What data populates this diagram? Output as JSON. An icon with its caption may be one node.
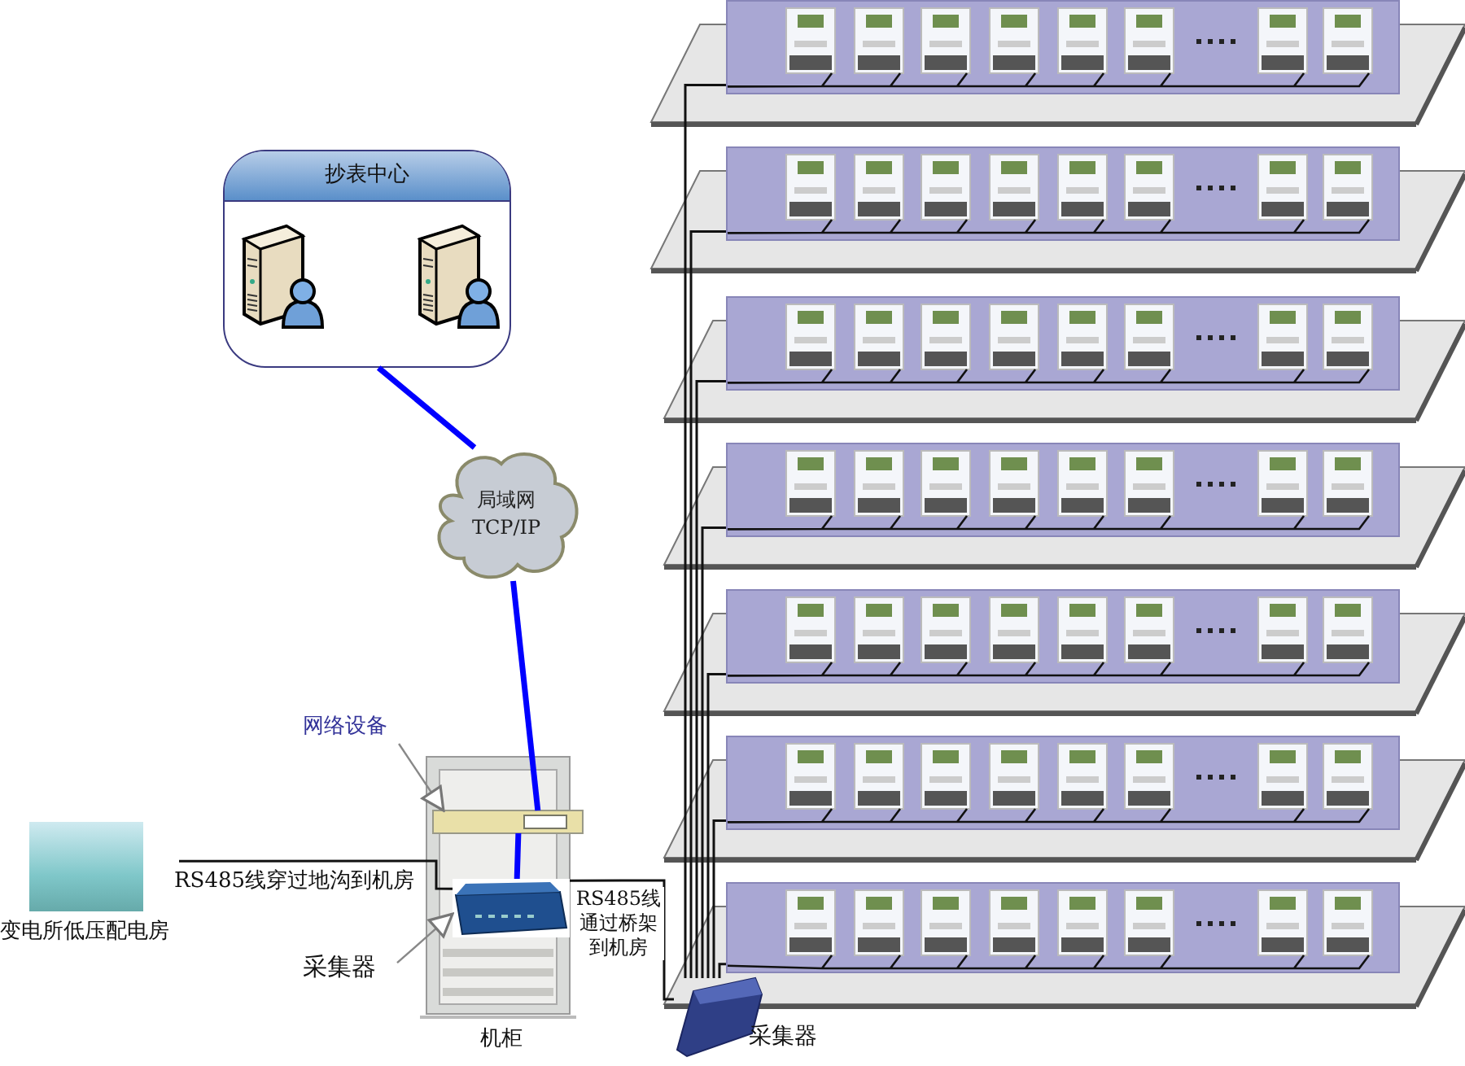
{
  "diagram": {
    "nodes": [
      {
        "text": [
          "抄表中心"
        ]
      },
      {
        "text": [],
        "shape": "picture",
        "in": 0
      },
      {
        "text": [],
        "shape": "picture",
        "in": 0
      },
      {
        "text": [
          "局域网 TCP/IP"
        ]
      },
      {
        "text": [
          "机柜"
        ]
      },
      {
        "text": [],
        "shape": "picture",
        "in": 4
      },
      {
        "text": [],
        "shape": "picture",
        "in": 4
      },
      {
        "text": [
          "网络设备"
        ]
      },
      {
        "text": [
          "采集器"
        ]
      },
      {
        "text": [
          "变电所低压配电房"
        ]
      },
      {
        "text": [],
        "shape": "box"
      },
      {
        "text": [],
        "shape": "box"
      },
      {
        "text": [],
        "shape": "box"
      },
      {
        "text": [],
        "shape": "box"
      },
      {
        "text": [],
        "shape": "box"
      },
      {
        "text": [],
        "shape": "box"
      },
      {
        "text": [],
        "shape": "box"
      },
      {
        "text": [
          "采集器"
        ]
      }
    ],
    "edges": [
      {
        "from": 0,
        "to": 3,
        "arrow": "none",
        "style": "thick",
        "color": "#0000ff"
      },
      {
        "from": 3,
        "to": 5,
        "arrow": "none",
        "style": "thick",
        "color": "#0000ff"
      },
      {
        "from": 5,
        "to": 6,
        "arrow": "none",
        "style": "thick",
        "color": "#0000ff"
      },
      {
        "from": 9,
        "to": 6,
        "arrow": "none",
        "label": "RS485线穿过地沟到机房"
      },
      {
        "from": 6,
        "to": 17,
        "arrow": "none",
        "label": "RS485线通过桥架到机房"
      },
      {
        "from": 10,
        "to": 17,
        "arrow": "none"
      },
      {
        "from": 11,
        "to": 17,
        "arrow": "none"
      },
      {
        "from": 12,
        "to": 17,
        "arrow": "none"
      },
      {
        "from": 13,
        "to": 17,
        "arrow": "none"
      },
      {
        "from": 14,
        "to": 17,
        "arrow": "none"
      },
      {
        "from": 15,
        "to": 17,
        "arrow": "none"
      },
      {
        "from": 16,
        "to": 17,
        "arrow": "none"
      },
      {
        "from": 7,
        "to": 5,
        "arrow": "to",
        "color": "#888888"
      },
      {
        "from": 8,
        "to": 6,
        "arrow": "to",
        "color": "#888888"
      }
    ]
  }
}
